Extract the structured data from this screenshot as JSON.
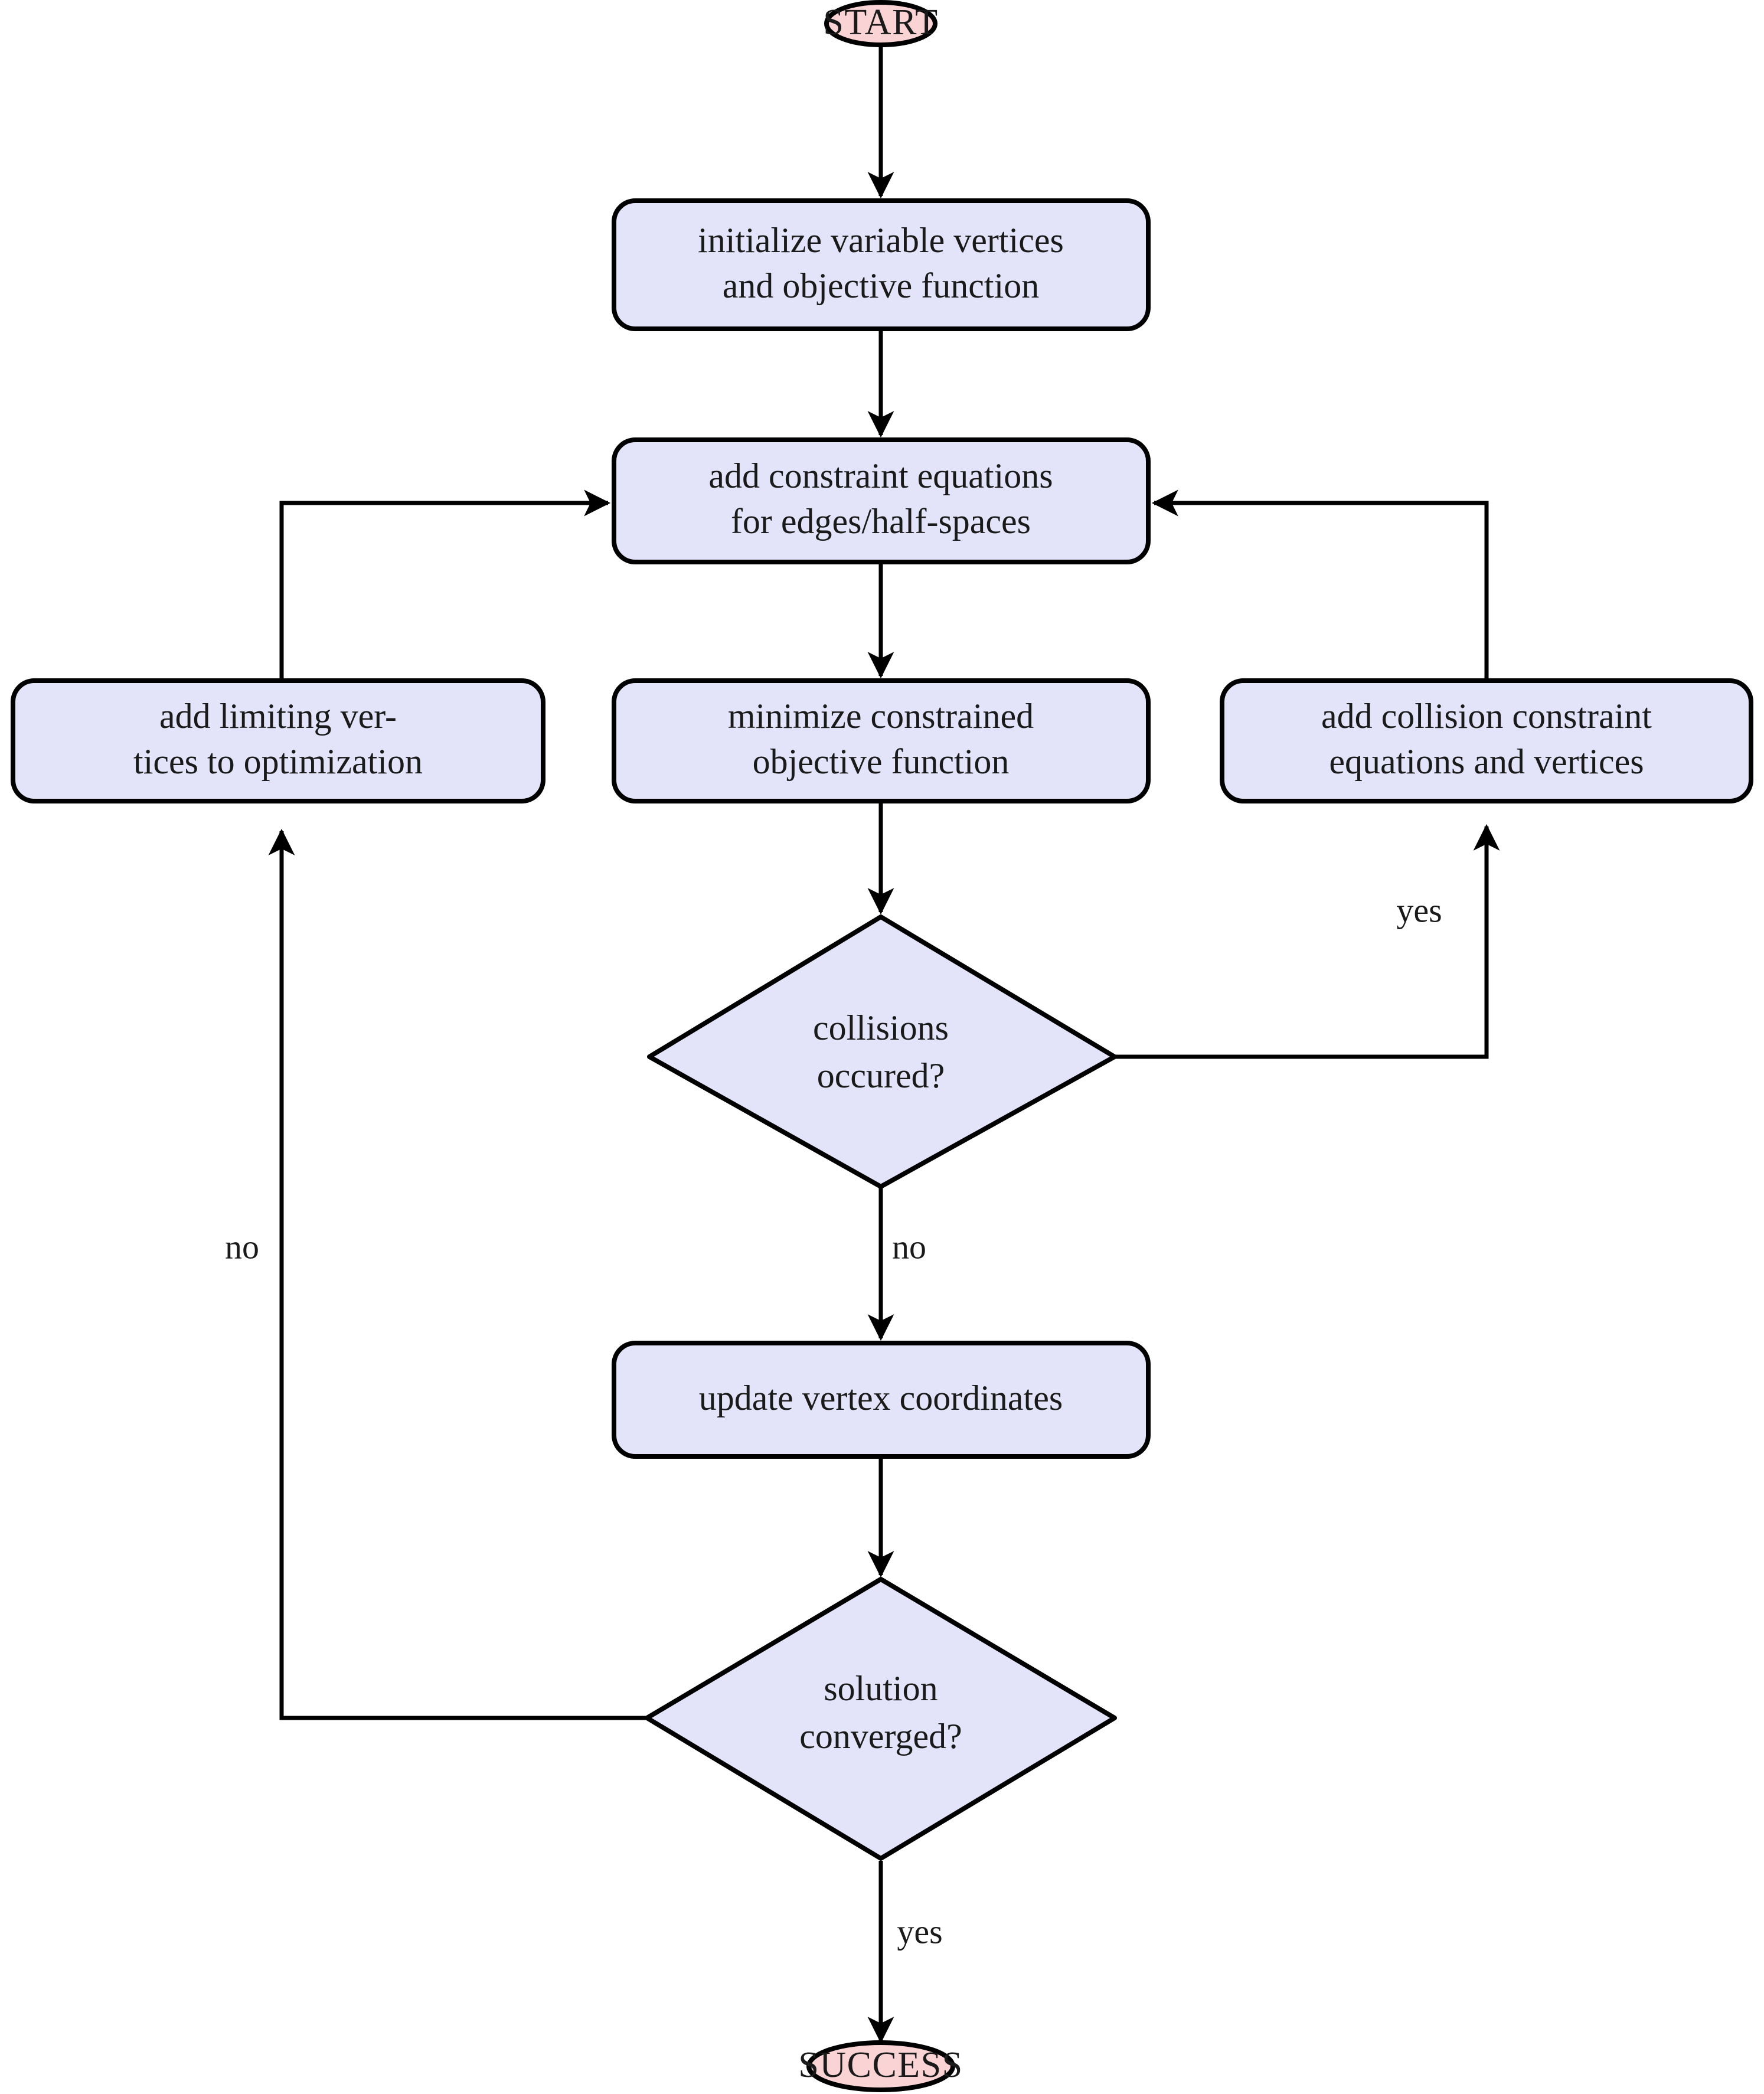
{
  "diagram": {
    "title": "optimization flowchart",
    "colors": {
      "terminal_fill": "#FAD3D4",
      "process_fill": "#E3E3F9",
      "decision_fill": "#E3E3F9",
      "stroke": "#000000",
      "background": "#FFFFFF"
    },
    "nodes": [
      {
        "id": "start",
        "type": "terminal",
        "label": "START"
      },
      {
        "id": "init",
        "type": "process",
        "line1": "initialize variable vertices",
        "line2": "and objective function"
      },
      {
        "id": "constrain",
        "type": "process",
        "line1": "add constraint equations",
        "line2": "for edges/half-spaces"
      },
      {
        "id": "limiting",
        "type": "process",
        "line1": "add limiting ver-",
        "line2": "tices to optimization"
      },
      {
        "id": "minimize",
        "type": "process",
        "line1": "minimize constrained",
        "line2": "objective function"
      },
      {
        "id": "collide",
        "type": "process",
        "line1": "add collision constraint",
        "line2": "equations and vertices"
      },
      {
        "id": "collisionq",
        "type": "decision",
        "line1": "collisions",
        "line2": "occured?"
      },
      {
        "id": "update",
        "type": "process",
        "line1": "update vertex coordinates",
        "line2": ""
      },
      {
        "id": "convergedq",
        "type": "decision",
        "line1": "solution",
        "line2": "converged?"
      },
      {
        "id": "success",
        "type": "terminal",
        "label": "SUCCESS"
      }
    ],
    "edge_labels": {
      "collision_yes": "yes",
      "collision_no": "no",
      "converged_no": "no",
      "converged_yes": "yes"
    }
  }
}
